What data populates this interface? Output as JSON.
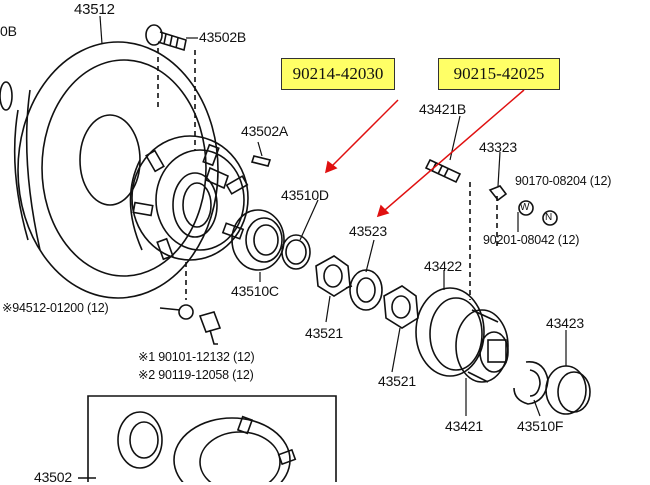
{
  "highlights": {
    "left": "90214-42030",
    "right": "90215-42025"
  },
  "labels": {
    "p43512": "43512",
    "p0b": "0B",
    "p43502b": "43502B",
    "p43502a": "43502A",
    "p43421b": "43421B",
    "p43323": "43323",
    "p90170": "90170-08204 (12)",
    "p43510d": "43510D",
    "p43523": "43523",
    "p90201": "90201-08042 (12)",
    "w_mark": "W",
    "n_mark": "N",
    "p43422": "43422",
    "p43510c": "43510C",
    "p94512": "※94512-01200 (12)",
    "p43521a": "43521",
    "p43423": "43423",
    "p90101": "※1 90101-12132 (12)",
    "p90119": "※2 90119-12058 (12)",
    "p43521b": "43521",
    "p43421": "43421",
    "p43510f": "43510F",
    "p43502": "43502"
  }
}
